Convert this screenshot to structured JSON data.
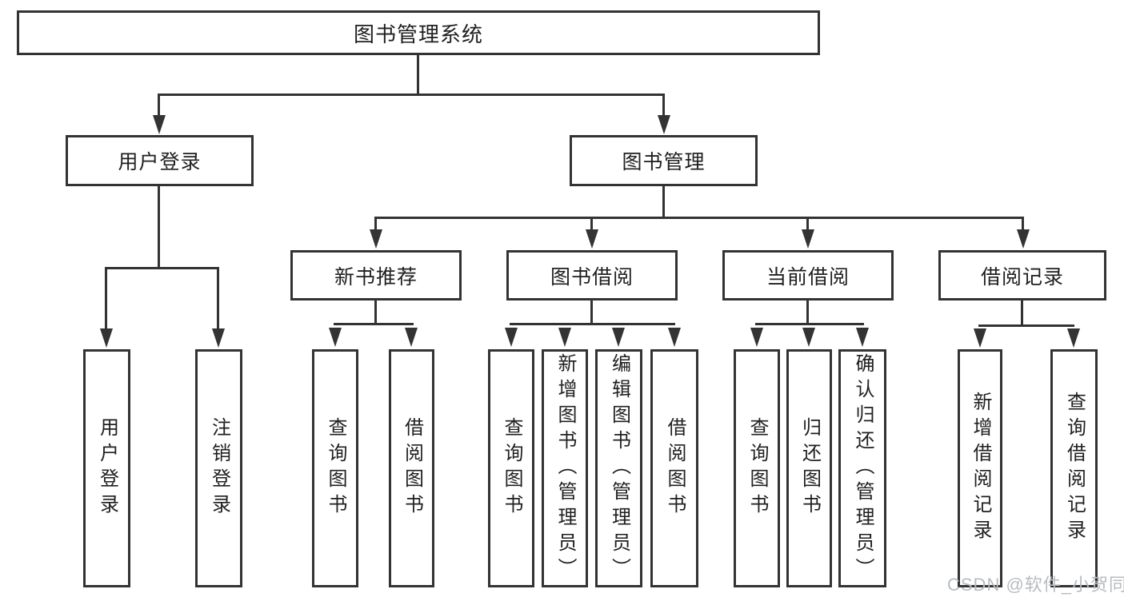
{
  "diagram": {
    "root": {
      "label": "图书管理系统"
    },
    "level2": [
      {
        "label": "用户登录"
      },
      {
        "label": "图书管理"
      }
    ],
    "level3": [
      {
        "label": "新书推荐"
      },
      {
        "label": "图书借阅"
      },
      {
        "label": "当前借阅"
      },
      {
        "label": "借阅记录"
      }
    ],
    "leaves": {
      "user_login": [
        {
          "label": "用户登录"
        },
        {
          "label": "注销登录"
        }
      ],
      "new_book": [
        {
          "label": "查询图书"
        },
        {
          "label": "借阅图书"
        }
      ],
      "book_borrow": [
        {
          "label": "查询图书"
        },
        {
          "label": "新增图书（管理员）"
        },
        {
          "label": "编辑图书（管理员）"
        },
        {
          "label": "借阅图书"
        }
      ],
      "current_borrow": [
        {
          "label": "查询图书"
        },
        {
          "label": "归还图书"
        },
        {
          "label": "确认归还（管理员）"
        }
      ],
      "borrow_record": [
        {
          "label": "新增借阅记录"
        },
        {
          "label": "查询借阅记录"
        }
      ]
    },
    "watermark": {
      "label": "CSDN @软件_小贺同学"
    },
    "colors": {
      "line": "#333333",
      "text": "#1f1f1f",
      "watermark": "#b7bcc1",
      "background": "#ffffff"
    }
  }
}
